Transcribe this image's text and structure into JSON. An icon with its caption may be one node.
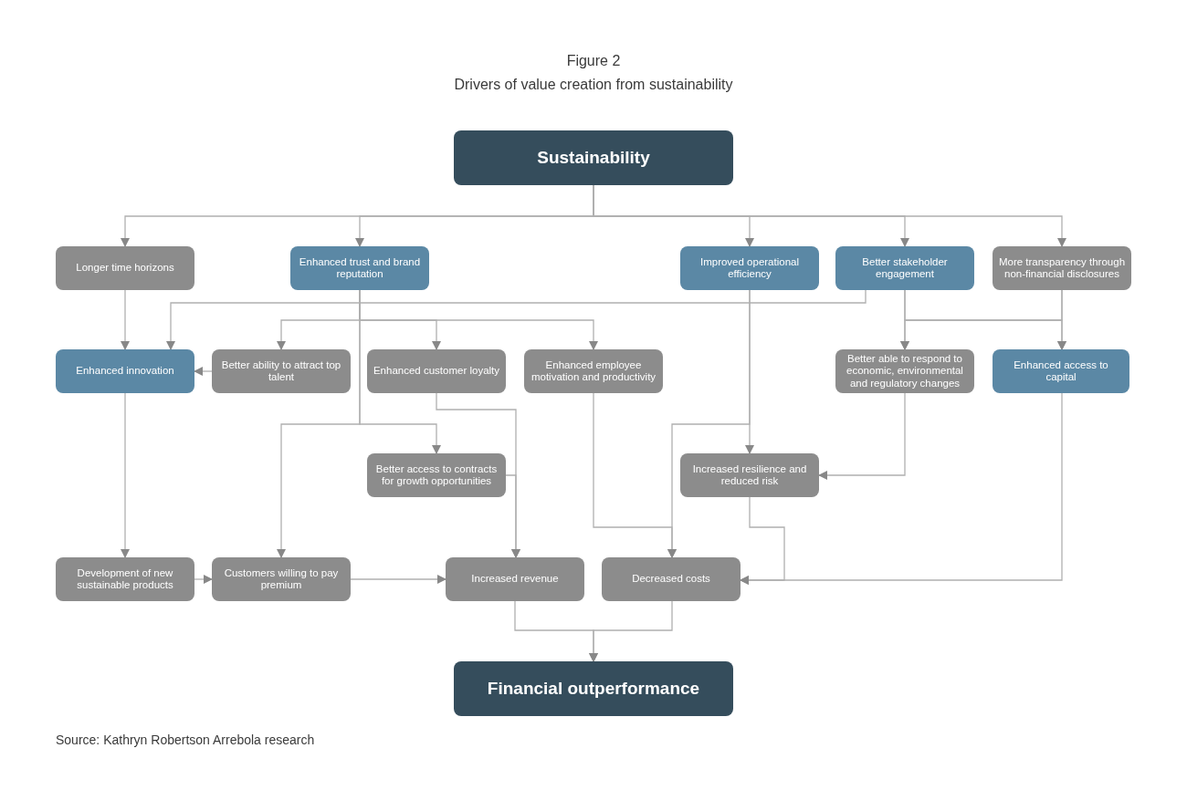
{
  "diagram": {
    "title": "Drivers of value creation from sustainability",
    "caption": "Source: Kathryn Robertson Arrebola research",
    "labels": [
      "Figure 2"
    ],
    "nodes": [
      {
        "text": [
          "Sustainability"
        ]
      },
      {
        "text": [
          "Longer time horizons"
        ]
      },
      {
        "text": [
          "Enhanced trust and brand reputation"
        ]
      },
      {
        "text": [
          "Improved operational efficiency"
        ]
      },
      {
        "text": [
          "Better stakeholder engagement"
        ]
      },
      {
        "text": [
          "More transparency through non-financial disclosures"
        ]
      },
      {
        "text": [
          "Enhanced innovation"
        ]
      },
      {
        "text": [
          "Better ability to attract top talent"
        ]
      },
      {
        "text": [
          "Enhanced customer loyalty"
        ]
      },
      {
        "text": [
          "Enhanced employee motivation and productivity"
        ]
      },
      {
        "text": [
          "Better able to respond to economic, environmental and regulatory changes"
        ]
      },
      {
        "text": [
          "Enhanced access to capital"
        ]
      },
      {
        "text": [
          "Better access to contracts for growth opportunities"
        ]
      },
      {
        "text": [
          "Increased resilience and reduced risk"
        ]
      },
      {
        "text": [
          "Development of new sustainable products"
        ]
      },
      {
        "text": [
          "Customers willing to pay premium"
        ]
      },
      {
        "text": [
          "Increased revenue"
        ]
      },
      {
        "text": [
          "Decreased costs"
        ]
      },
      {
        "text": [
          "Financial outperformance"
        ]
      }
    ],
    "edges": [
      {
        "from": 0,
        "to": 1,
        "arrow": "to"
      },
      {
        "from": 0,
        "to": 2,
        "arrow": "to"
      },
      {
        "from": 0,
        "to": 3,
        "arrow": "to"
      },
      {
        "from": 0,
        "to": 4,
        "arrow": "to"
      },
      {
        "from": 0,
        "to": 5,
        "arrow": "to"
      },
      {
        "from": 1,
        "to": 6,
        "arrow": "to"
      },
      {
        "from": 4,
        "to": 6,
        "arrow": "to"
      },
      {
        "from": 2,
        "to": 7,
        "arrow": "to"
      },
      {
        "from": 2,
        "to": 8,
        "arrow": "to"
      },
      {
        "from": 2,
        "to": 9,
        "arrow": "to"
      },
      {
        "from": 7,
        "to": 6,
        "arrow": "to"
      },
      {
        "from": 2,
        "to": 15,
        "arrow": "to"
      },
      {
        "from": 2,
        "to": 12,
        "arrow": "to"
      },
      {
        "from": 8,
        "to": 16,
        "arrow": "to"
      },
      {
        "from": 12,
        "to": 16,
        "arrow": "to"
      },
      {
        "from": 3,
        "to": 13,
        "arrow": "to"
      },
      {
        "from": 3,
        "to": 17,
        "arrow": "to"
      },
      {
        "from": 9,
        "to": 17,
        "arrow": "to"
      },
      {
        "from": 4,
        "to": 10,
        "arrow": "to"
      },
      {
        "from": 4,
        "to": 11,
        "arrow": "to"
      },
      {
        "from": 5,
        "to": 10,
        "arrow": "to"
      },
      {
        "from": 5,
        "to": 11,
        "arrow": "to"
      },
      {
        "from": 10,
        "to": 13,
        "arrow": "to"
      },
      {
        "from": 13,
        "to": 17,
        "arrow": "to"
      },
      {
        "from": 11,
        "to": 17,
        "arrow": "to"
      },
      {
        "from": 6,
        "to": 14,
        "arrow": "to"
      },
      {
        "from": 14,
        "to": 15,
        "arrow": "to"
      },
      {
        "from": 15,
        "to": 16,
        "arrow": "to"
      },
      {
        "from": 16,
        "to": 18,
        "arrow": "to"
      },
      {
        "from": 17,
        "to": 18,
        "arrow": "to"
      }
    ]
  }
}
